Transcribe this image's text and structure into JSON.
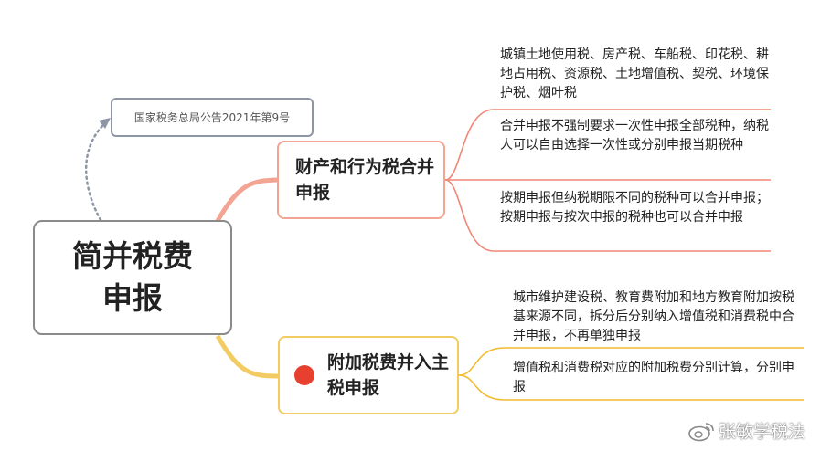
{
  "mindmap": {
    "central": "简并税费申报",
    "note": "国家税务总局公告2021年第9号",
    "branches": [
      {
        "title": "财产和行为税合并申报",
        "leaves": [
          "城镇土地使用税、房产税、车船税、印花税、耕地占用税、资源税、土地增值税、契税、环境保护税、烟叶税",
          "合并申报不强制要求一次性申报全部税种，纳税人可以自由选择一次性或分别申报当期税种",
          "按期申报但纳税期限不同的税种可以合并申报；按期申报与按次申报的税种也可以合并申报"
        ]
      },
      {
        "title": "附加税费并入主税申报",
        "leaves": [
          "城市维护建设税、教育费附加和地方教育附加按税基来源不同，拆分后分别纳入增值税和消费税中合并申报，不再单独申报",
          "增值税和消费税对应的附加税费分别计算，分别申报"
        ]
      }
    ]
  },
  "watermark": "张敏学税法",
  "colors": {
    "branch1": "#f3a493",
    "branch2": "#f2cc62",
    "note_arrow": "#8e96a6",
    "marker": "#e8402f"
  },
  "icons": {
    "marker": "red-circle-marker",
    "watermark": "weibo-icon"
  }
}
